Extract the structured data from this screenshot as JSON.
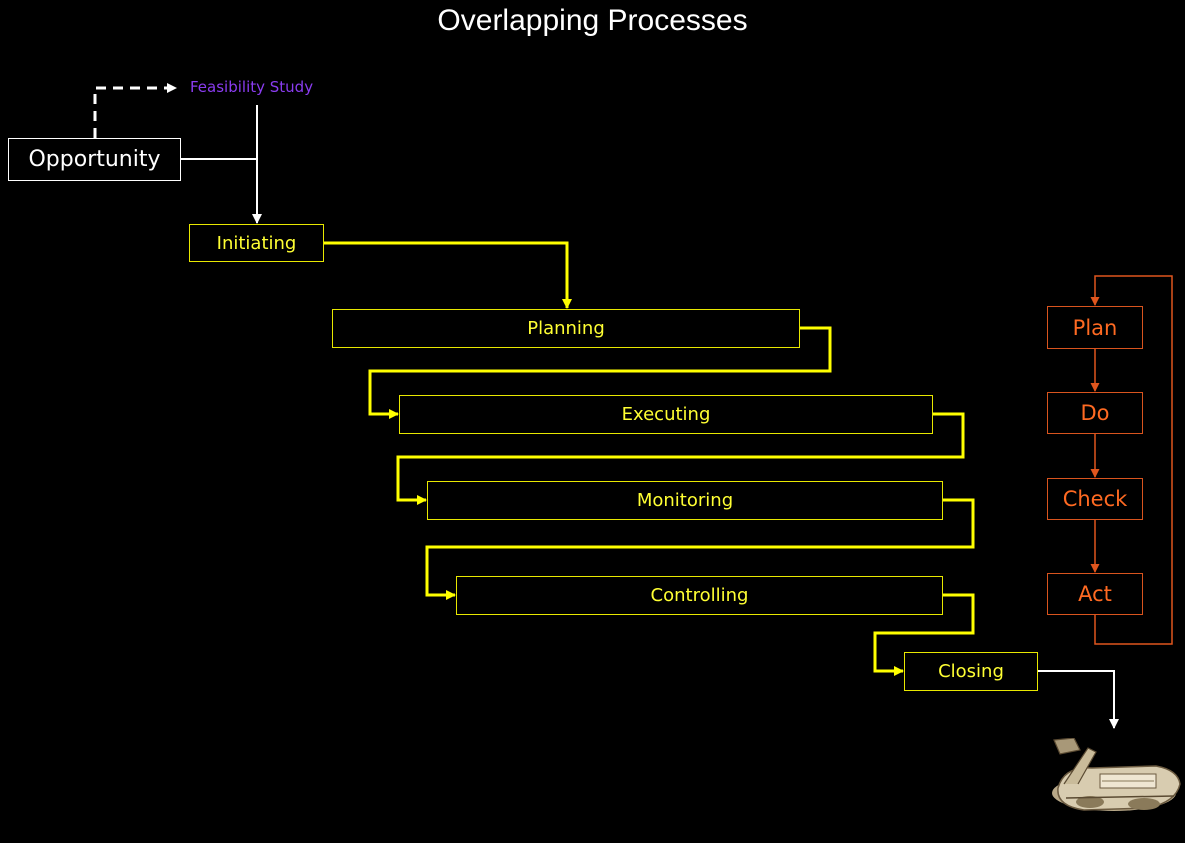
{
  "title": "Overlapping Processes",
  "start": {
    "opportunity": "Opportunity",
    "feasibility": "Feasibility Study"
  },
  "phases": [
    "Initiating",
    "Planning",
    "Executing",
    "Monitoring",
    "Controlling",
    "Closing"
  ],
  "cycle": [
    "Plan",
    "Do",
    "Check",
    "Act"
  ],
  "colors": {
    "phase": "#ffff33",
    "cycle": "#ff6a22",
    "feasibility": "#8a3cf0",
    "flow": "#ffffff"
  },
  "icons": {
    "graphic": "excavator-icon"
  }
}
